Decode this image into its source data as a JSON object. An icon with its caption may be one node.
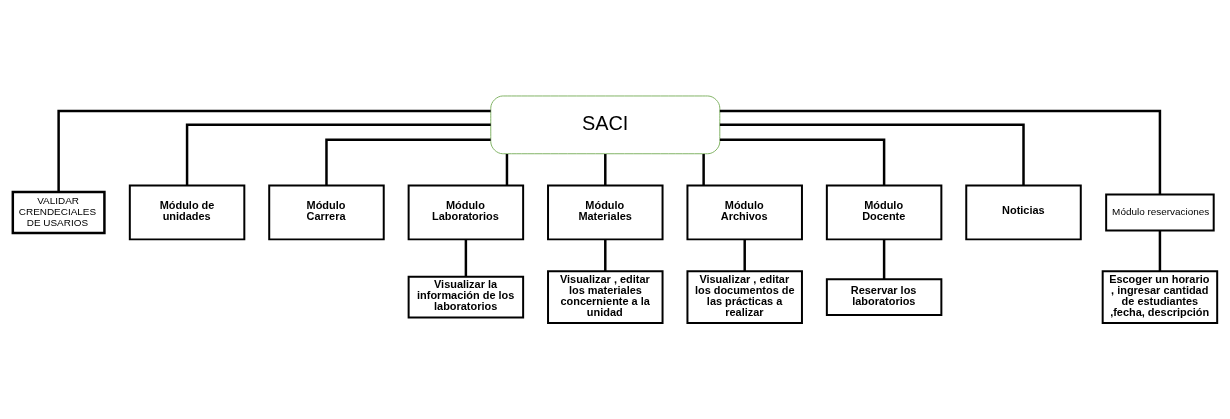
{
  "diagram": {
    "nodes": [
      {
        "text": [
          "SACI"
        ]
      },
      {
        "text": [
          "VALIDAR CRENDECIALES DE USARIOS"
        ]
      },
      {
        "text": [
          "Módulo de unidades"
        ]
      },
      {
        "text": [
          "Módulo Carrera"
        ]
      },
      {
        "text": [
          "Módulo Laboratorios"
        ]
      },
      {
        "text": [
          "Módulo Materiales"
        ]
      },
      {
        "text": [
          "Módulo Archivos"
        ]
      },
      {
        "text": [
          "Módulo Docente"
        ]
      },
      {
        "text": [
          "Noticias"
        ]
      },
      {
        "text": [
          "Módulo reservaciones"
        ]
      },
      {
        "text": [
          "Visualizar la información de los laboratorios"
        ]
      },
      {
        "text": [
          "Visualizar , editar los materiales concerniente a la unidad"
        ]
      },
      {
        "text": [
          "Visualizar , editar los documentos de las prácticas a realizar"
        ]
      },
      {
        "text": [
          "Reservar los laboratorios"
        ]
      },
      {
        "text": [
          "Escoger un horario , ingresar cantidad de estudiantes ,fecha, descripción"
        ]
      }
    ],
    "edges": [
      {
        "from": 0,
        "to": 1,
        "arrow": "none"
      },
      {
        "from": 0,
        "to": 2,
        "arrow": "none"
      },
      {
        "from": 0,
        "to": 3,
        "arrow": "none"
      },
      {
        "from": 0,
        "to": 4,
        "arrow": "none"
      },
      {
        "from": 0,
        "to": 5,
        "arrow": "none"
      },
      {
        "from": 0,
        "to": 6,
        "arrow": "none"
      },
      {
        "from": 0,
        "to": 7,
        "arrow": "none"
      },
      {
        "from": 0,
        "to": 8,
        "arrow": "none"
      },
      {
        "from": 0,
        "to": 9,
        "arrow": "none"
      },
      {
        "from": 4,
        "to": 10,
        "arrow": "none"
      },
      {
        "from": 5,
        "to": 11,
        "arrow": "none"
      },
      {
        "from": 6,
        "to": 12,
        "arrow": "none"
      },
      {
        "from": 7,
        "to": 13,
        "arrow": "none"
      },
      {
        "from": 9,
        "to": 14,
        "arrow": "none"
      }
    ]
  }
}
